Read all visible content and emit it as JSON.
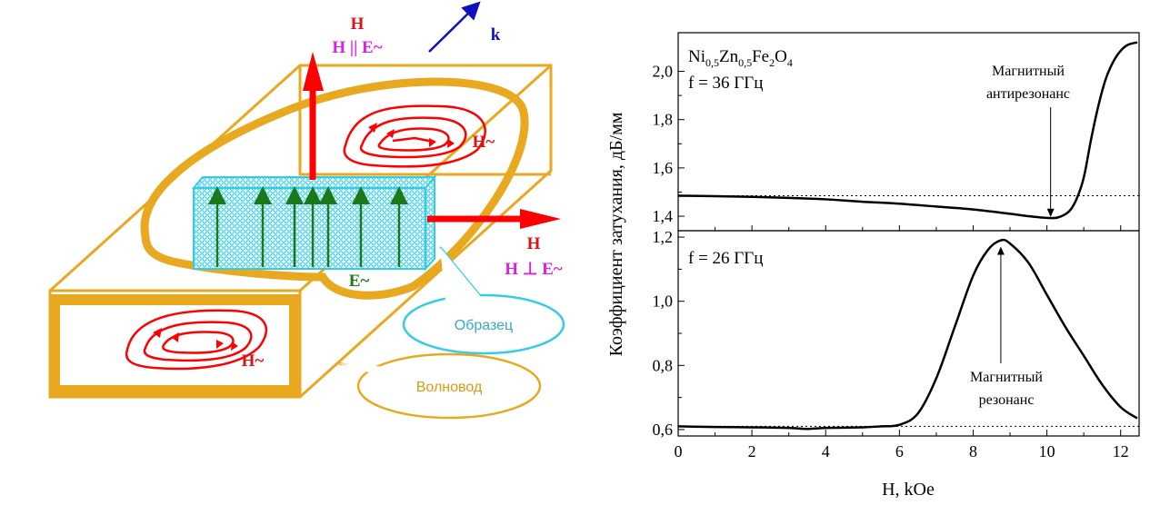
{
  "diagram": {
    "label_H_top": "H",
    "label_H_parallel": "H || E~",
    "label_k": "k",
    "label_H_right": "H",
    "label_H_perp": "H ⊥ E~",
    "label_E": "E~",
    "label_Hac_top": "H~",
    "label_Hac_bottom": "H~",
    "bubble_sample": "Образец",
    "bubble_waveguide": "Волновод",
    "colors": {
      "waveguide": "#E8A920",
      "sample": "#33CCE6",
      "field_arrow": "#FF0000",
      "e_arrow": "#1A7A1A",
      "magenta": "#E020E0",
      "k_arrow": "#1010C0"
    }
  },
  "chart_data": [
    {
      "type": "line",
      "panel_text": {
        "formula_parts": [
          {
            "t": "Ni",
            "sub": false
          },
          {
            "t": "0,5",
            "sub": true
          },
          {
            "t": "Zn",
            "sub": false
          },
          {
            "t": "0,5",
            "sub": true
          },
          {
            "t": "Fe",
            "sub": false
          },
          {
            "t": "2",
            "sub": true
          },
          {
            "t": "O",
            "sub": false
          },
          {
            "t": "4",
            "sub": true
          }
        ],
        "frequency": "f = 36 ГГц"
      },
      "annotation": [
        "Магнитный",
        "антирезонанс"
      ],
      "annotation_point": [
        10.1,
        1.39
      ],
      "ylim": [
        1.34,
        2.16
      ],
      "yticks": [
        1.4,
        1.6,
        1.8,
        2.0
      ],
      "ytick_labels": [
        "1,4",
        "1,6",
        "1,8",
        "2,0"
      ],
      "baseline": 1.485,
      "series": [
        {
          "x": [
            0,
            1,
            2,
            3,
            4,
            5,
            6,
            7,
            8,
            9,
            9.5,
            10,
            10.3,
            10.6,
            10.8,
            11.0,
            11.2,
            11.4,
            11.6,
            11.8,
            12.0,
            12.2,
            12.45
          ],
          "y": [
            1.485,
            1.483,
            1.48,
            1.476,
            1.47,
            1.46,
            1.452,
            1.44,
            1.428,
            1.41,
            1.4,
            1.393,
            1.395,
            1.42,
            1.47,
            1.56,
            1.72,
            1.86,
            1.97,
            2.04,
            2.085,
            2.11,
            2.12
          ]
        }
      ]
    },
    {
      "type": "line",
      "panel_text": {
        "frequency": "f = 26 ГГц"
      },
      "annotation": [
        "Магнитный",
        "резонанс"
      ],
      "annotation_point": [
        8.75,
        1.19
      ],
      "ylim": [
        0.58,
        1.22
      ],
      "yticks": [
        0.6,
        0.8,
        1.0,
        1.2
      ],
      "ytick_labels": [
        "0,6",
        "0,8",
        "1,0",
        "1,2"
      ],
      "baseline": 0.61,
      "series": [
        {
          "x": [
            0,
            1,
            2,
            3,
            3.5,
            4,
            5,
            5.5,
            6,
            6.5,
            7,
            7.5,
            8,
            8.4,
            8.75,
            9,
            9.5,
            10,
            10.5,
            11,
            11.5,
            12,
            12.45
          ],
          "y": [
            0.61,
            0.608,
            0.607,
            0.605,
            0.602,
            0.605,
            0.607,
            0.61,
            0.615,
            0.65,
            0.76,
            0.92,
            1.08,
            1.16,
            1.19,
            1.18,
            1.12,
            1.02,
            0.92,
            0.83,
            0.74,
            0.67,
            0.635
          ]
        }
      ]
    }
  ],
  "axes": {
    "xlabel": "H, kOe",
    "ylabel": "Коэффициент затухания, дБ/мм",
    "xlim": [
      0,
      12.5
    ],
    "xticks": [
      0,
      2,
      4,
      6,
      8,
      10,
      12
    ],
    "xtick_labels": [
      "0",
      "2",
      "4",
      "6",
      "8",
      "10",
      "12"
    ]
  }
}
